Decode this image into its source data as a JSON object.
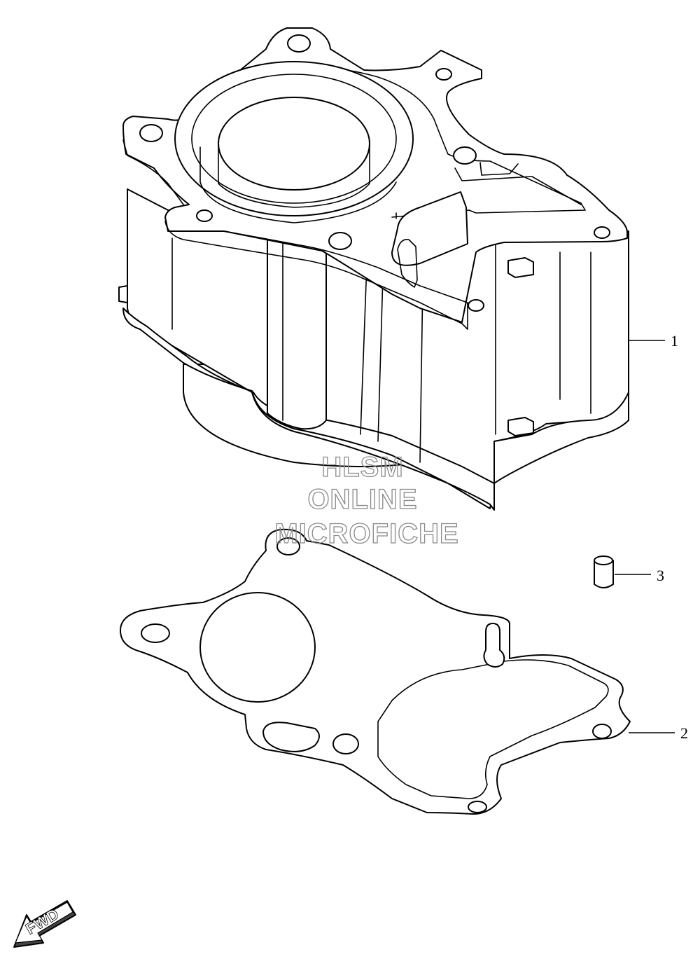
{
  "callouts": [
    {
      "id": "cylinder",
      "label": "1"
    },
    {
      "id": "gasket",
      "label": "2"
    },
    {
      "id": "dowel-pin",
      "label": "3"
    }
  ],
  "watermark": {
    "line1": "HLSM",
    "line2": "ONLINE",
    "line3": "MICROFICHE",
    "color": "#8a8a8a"
  },
  "direction_arrow": {
    "label": "FWD"
  }
}
